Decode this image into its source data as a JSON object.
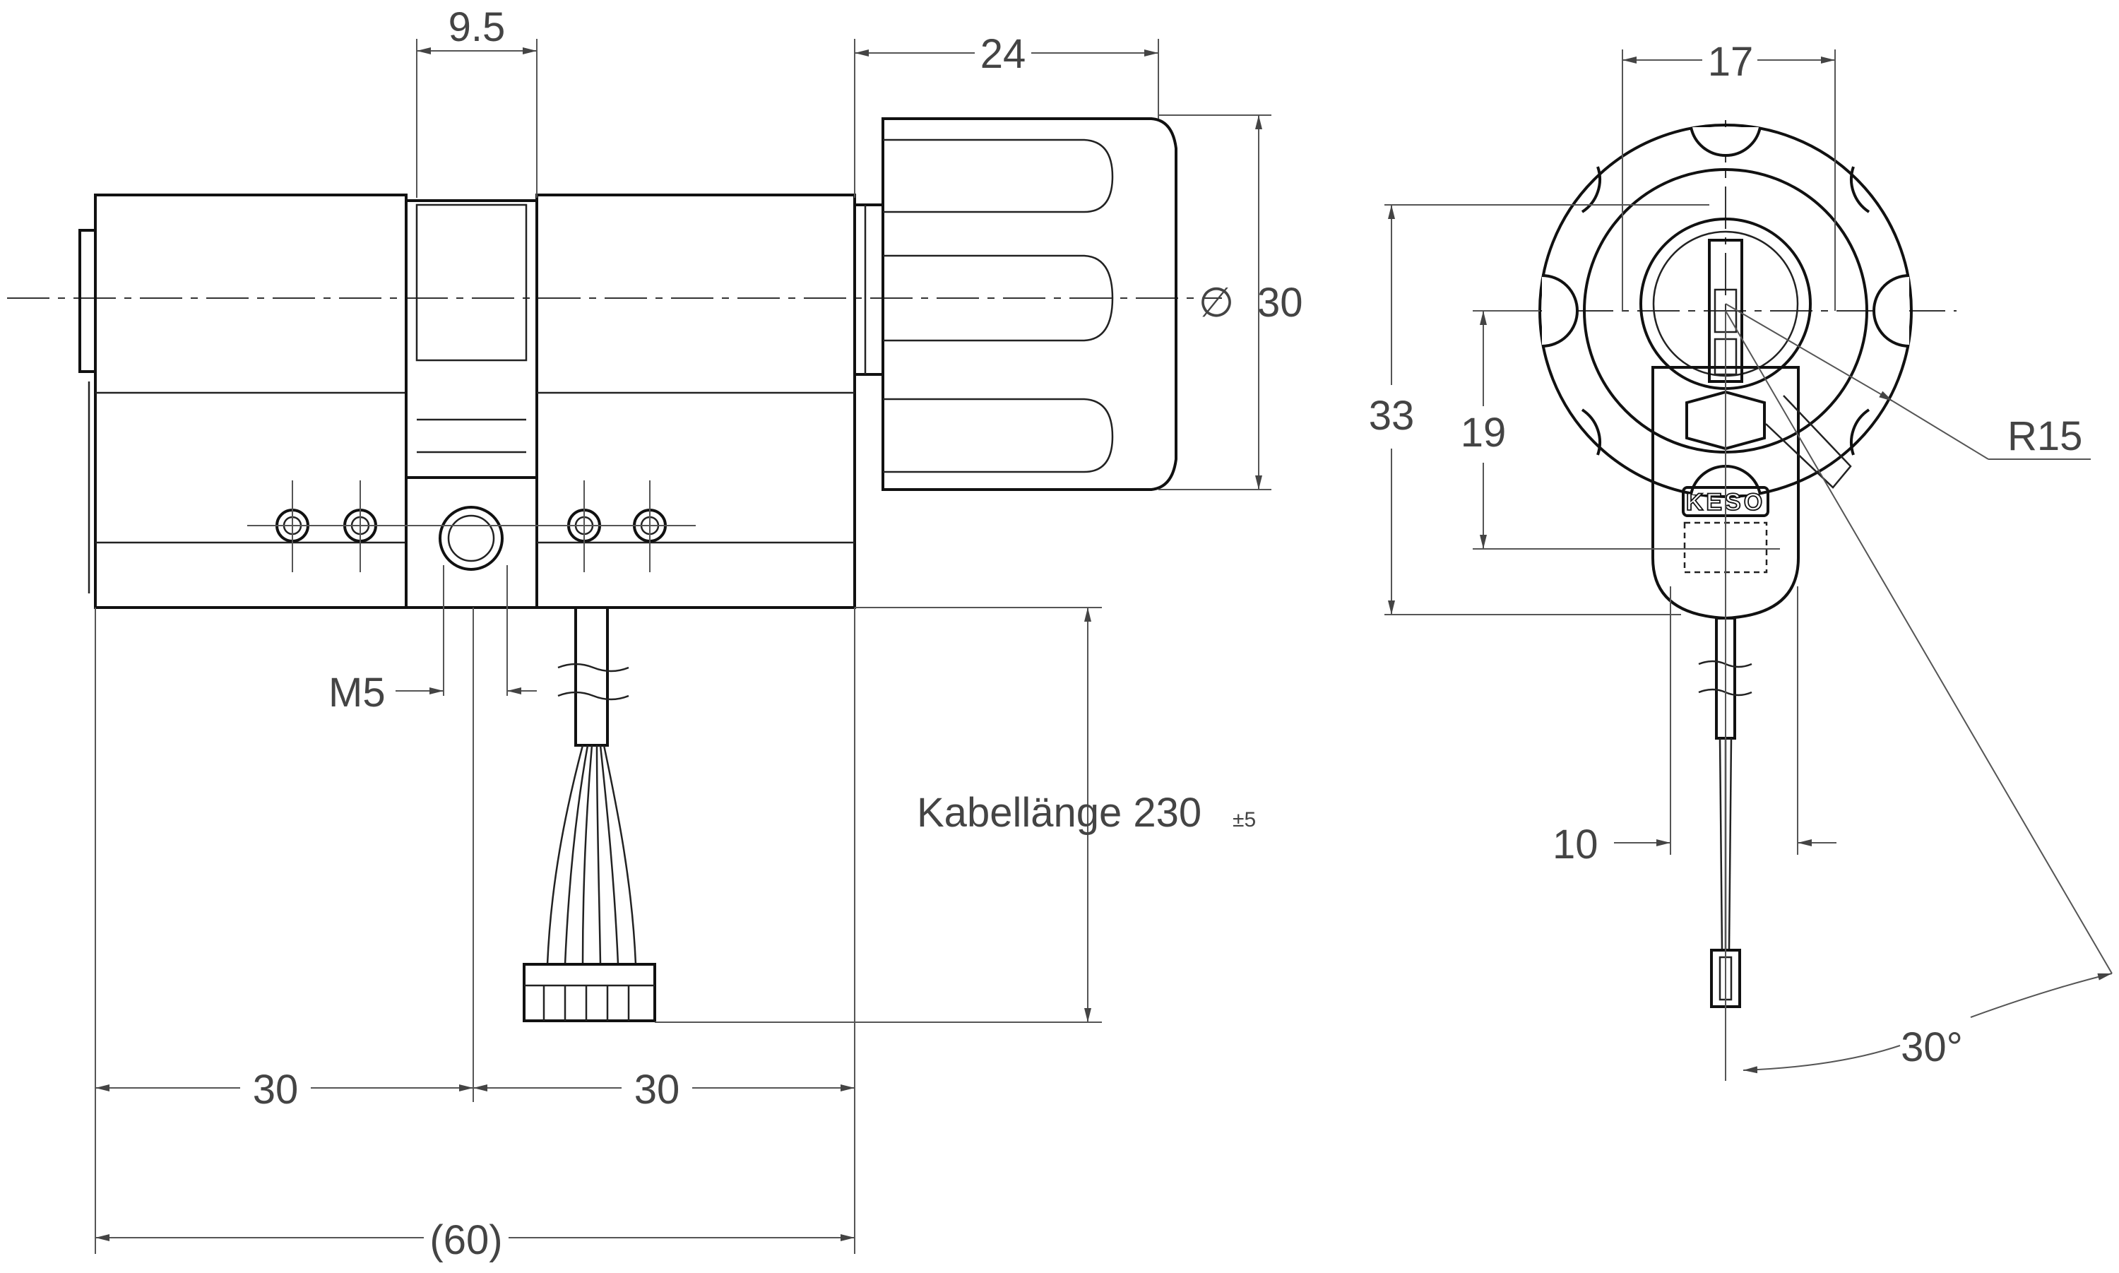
{
  "side_view": {
    "dims": {
      "groove_width": "9.5",
      "knob_length": "24",
      "knob_diameter_symbol": "∅",
      "knob_diameter": "30",
      "thread": "M5",
      "cable_length_label": "Kabellänge 230",
      "cable_length_tolerance": "±5",
      "left_length": "30",
      "right_length": "30",
      "total_length": "(60)"
    }
  },
  "front_view": {
    "brand": "KESO",
    "dims": {
      "width": "17",
      "height_total": "33",
      "height_axis": "19",
      "radius": "R15",
      "cable_offset": "10",
      "angle": "30°"
    }
  },
  "colors": {
    "line": "#111111",
    "dimension": "#555555",
    "text": "#444444"
  }
}
